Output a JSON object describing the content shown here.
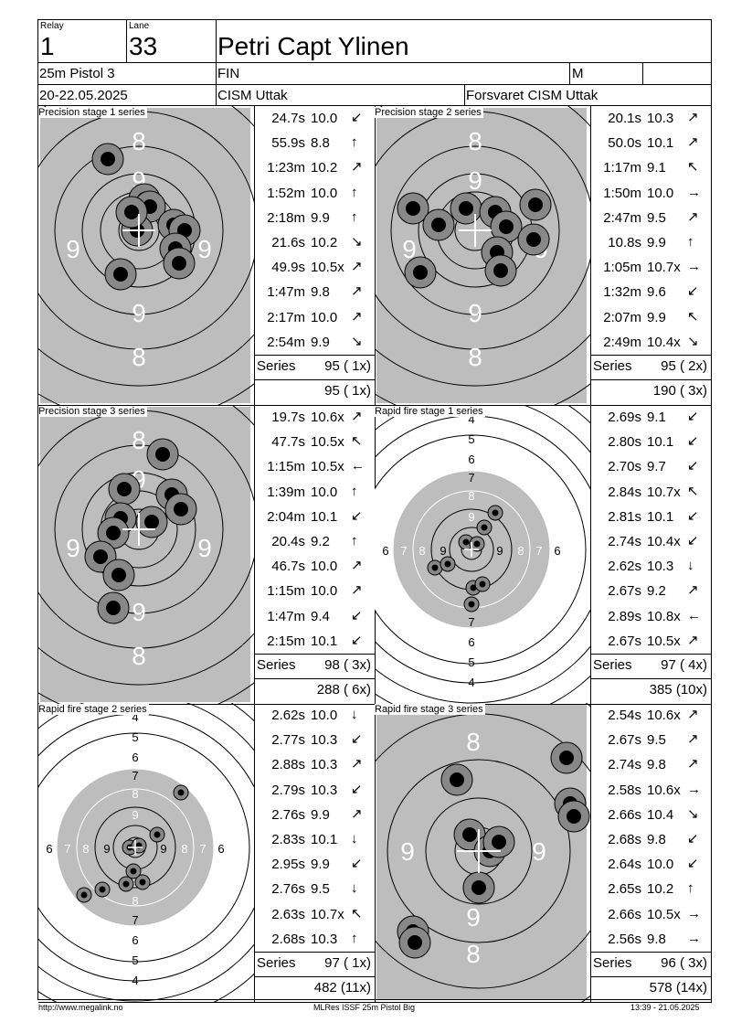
{
  "header": {
    "relay_label": "Relay",
    "relay": "1",
    "lane_label": "Lane",
    "lane": "33",
    "name": "Petri Capt Ylinen",
    "event": "25m Pistol 3",
    "nation": "FIN",
    "gender": "M",
    "date": "20-22.05.2025",
    "competition": "CISM Uttak",
    "club": "Forsvaret CISM Uttak"
  },
  "panels": [
    {
      "title": "Precision stage 1 series",
      "target": "precision",
      "shots": [
        {
          "time": "24.7s",
          "score": "10.0",
          "dir": "↙"
        },
        {
          "time": "55.9s",
          "score": "8.8",
          "dir": "↑"
        },
        {
          "time": "1:23m",
          "score": "10.2",
          "dir": "↗"
        },
        {
          "time": "1:52m",
          "score": "10.0",
          "dir": "↑"
        },
        {
          "time": "2:18m",
          "score": "9.9",
          "dir": "↑"
        },
        {
          "time": "21.6s",
          "score": "10.2",
          "dir": "↘"
        },
        {
          "time": "49.9s",
          "score": "10.5x",
          "dir": "↗"
        },
        {
          "time": "1:47m",
          "score": "9.8",
          "dir": "↗"
        },
        {
          "time": "2:17m",
          "score": "10.0",
          "dir": "↗"
        },
        {
          "time": "2:54m",
          "score": "9.9",
          "dir": "↘"
        }
      ],
      "series_label": "Series",
      "series": "95 ( 1x)",
      "total": "95 ( 1x)"
    },
    {
      "title": "Precision stage 2 series",
      "target": "precision",
      "shots": [
        {
          "time": "20.1s",
          "score": "10.3",
          "dir": "↗"
        },
        {
          "time": "50.0s",
          "score": "10.1",
          "dir": "↗"
        },
        {
          "time": "1:17m",
          "score": "9.1",
          "dir": "↖"
        },
        {
          "time": "1:50m",
          "score": "10.0",
          "dir": "→"
        },
        {
          "time": "2:47m",
          "score": "9.5",
          "dir": "↗"
        },
        {
          "time": "10.8s",
          "score": "9.9",
          "dir": "↑"
        },
        {
          "time": "1:05m",
          "score": "10.7x",
          "dir": "→"
        },
        {
          "time": "1:32m",
          "score": "9.6",
          "dir": "↙"
        },
        {
          "time": "2:07m",
          "score": "9.9",
          "dir": "↖"
        },
        {
          "time": "2:49m",
          "score": "10.4x",
          "dir": "↘"
        }
      ],
      "series_label": "Series",
      "series": "95 ( 2x)",
      "total": "190 ( 3x)"
    },
    {
      "title": "Precision stage 3 series",
      "target": "precision",
      "shots": [
        {
          "time": "19.7s",
          "score": "10.6x",
          "dir": "↗"
        },
        {
          "time": "47.7s",
          "score": "10.5x",
          "dir": "↖"
        },
        {
          "time": "1:15m",
          "score": "10.5x",
          "dir": "←"
        },
        {
          "time": "1:39m",
          "score": "10.0",
          "dir": "↑"
        },
        {
          "time": "2:04m",
          "score": "10.1",
          "dir": "↙"
        },
        {
          "time": "20.4s",
          "score": "9.2",
          "dir": "↑"
        },
        {
          "time": "46.7s",
          "score": "10.0",
          "dir": "↗"
        },
        {
          "time": "1:15m",
          "score": "10.0",
          "dir": "↗"
        },
        {
          "time": "1:47m",
          "score": "9.4",
          "dir": "↙"
        },
        {
          "time": "2:15m",
          "score": "10.1",
          "dir": "↙"
        }
      ],
      "series_label": "Series",
      "series": "98 ( 3x)",
      "total": "288 ( 6x)"
    },
    {
      "title": "Rapid fire stage 1 series",
      "target": "rapid",
      "shots": [
        {
          "time": "2.69s",
          "score": "9.1",
          "dir": "↙"
        },
        {
          "time": "2.80s",
          "score": "10.1",
          "dir": "↙"
        },
        {
          "time": "2.70s",
          "score": "9.7",
          "dir": "↙"
        },
        {
          "time": "2.84s",
          "score": "10.7x",
          "dir": "↖"
        },
        {
          "time": "2.81s",
          "score": "10.1",
          "dir": "↙"
        },
        {
          "time": "2.74s",
          "score": "10.4x",
          "dir": "↙"
        },
        {
          "time": "2.62s",
          "score": "10.3",
          "dir": "↓"
        },
        {
          "time": "2.67s",
          "score": "9.2",
          "dir": "↗"
        },
        {
          "time": "2.89s",
          "score": "10.8x",
          "dir": "←"
        },
        {
          "time": "2.67s",
          "score": "10.5x",
          "dir": "↗"
        }
      ],
      "series_label": "Series",
      "series": "97 ( 4x)",
      "total": "385 (10x)"
    },
    {
      "title": "Rapid fire stage 2 series",
      "target": "rapid",
      "shots": [
        {
          "time": "2.62s",
          "score": "10.0",
          "dir": "↓"
        },
        {
          "time": "2.77s",
          "score": "10.3",
          "dir": "↙"
        },
        {
          "time": "2.88s",
          "score": "10.3",
          "dir": "↗"
        },
        {
          "time": "2.79s",
          "score": "10.3",
          "dir": "↙"
        },
        {
          "time": "2.76s",
          "score": "9.9",
          "dir": "↗"
        },
        {
          "time": "2.83s",
          "score": "10.1",
          "dir": "↓"
        },
        {
          "time": "2.95s",
          "score": "9.9",
          "dir": "↙"
        },
        {
          "time": "2.76s",
          "score": "9.5",
          "dir": "↓"
        },
        {
          "time": "2.63s",
          "score": "10.7x",
          "dir": "↖"
        },
        {
          "time": "2.68s",
          "score": "10.3",
          "dir": "↑"
        }
      ],
      "series_label": "Series",
      "series": "97 ( 1x)",
      "total": "482 (11x)"
    },
    {
      "title": "Rapid fire stage 3 series",
      "target": "precision-zoom",
      "shots": [
        {
          "time": "2.54s",
          "score": "10.6x",
          "dir": "↗"
        },
        {
          "time": "2.67s",
          "score": "9.5",
          "dir": "↗"
        },
        {
          "time": "2.74s",
          "score": "9.8",
          "dir": "↗"
        },
        {
          "time": "2.58s",
          "score": "10.6x",
          "dir": "→"
        },
        {
          "time": "2.66s",
          "score": "10.4",
          "dir": "↘"
        },
        {
          "time": "2.68s",
          "score": "9.8",
          "dir": "↙"
        },
        {
          "time": "2.64s",
          "score": "10.0",
          "dir": "↙"
        },
        {
          "time": "2.65s",
          "score": "10.2",
          "dir": "↑"
        },
        {
          "time": "2.66s",
          "score": "10.5x",
          "dir": "→"
        },
        {
          "time": "2.56s",
          "score": "9.8",
          "dir": "→"
        }
      ],
      "series_label": "Series",
      "series": "96 ( 3x)",
      "total": "578 (14x)"
    }
  ],
  "footer": {
    "left": "http://www.megalink.no",
    "center": "MLRes ISSF 25m Pistol Big",
    "right": "13:39 - 21.05.2025"
  }
}
